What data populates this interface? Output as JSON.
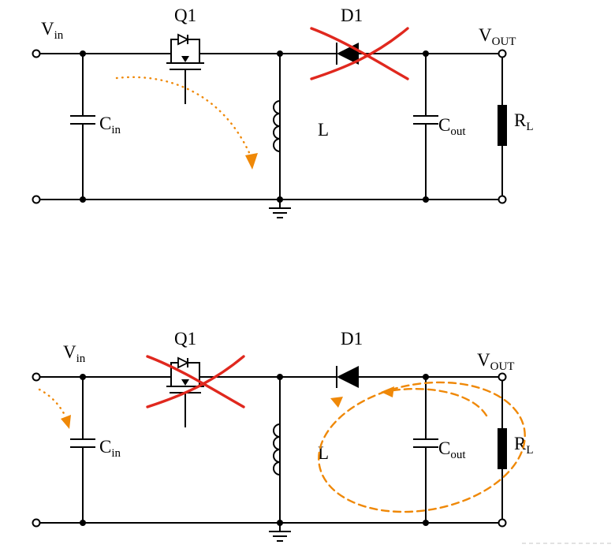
{
  "diagram": {
    "component_labels": {
      "vin": {
        "base": "V",
        "sub": "in"
      },
      "q1": "Q1",
      "d1": "D1",
      "vout": {
        "base": "V",
        "sub": "OUT"
      },
      "cin": {
        "base": "C",
        "sub": "in"
      },
      "inductor": "L",
      "cout": {
        "base": "C",
        "sub": "out"
      },
      "load": {
        "base": "R",
        "sub": "L"
      }
    },
    "colors": {
      "wire": "#000000",
      "current_arrows": "#ef8807",
      "cross_out": "#e0281e",
      "background": "#ffffff"
    },
    "states": [
      {
        "position": "top",
        "crossed_out": "D1"
      },
      {
        "position": "bottom",
        "crossed_out": "Q1"
      }
    ]
  }
}
